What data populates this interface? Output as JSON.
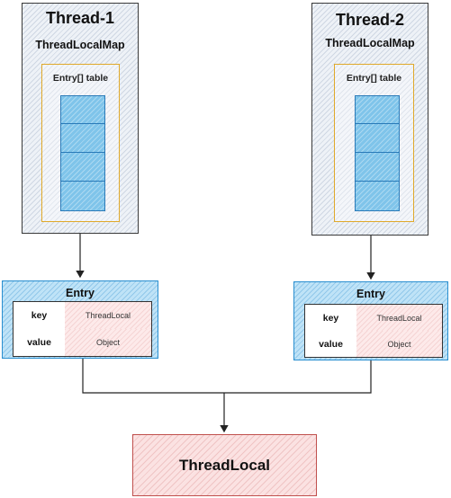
{
  "threads": [
    {
      "title": "Thread-1",
      "map_title": "ThreadLocalMap",
      "table_label": "Entry[] table",
      "entry": {
        "title": "Entry",
        "rows": [
          {
            "key": "key",
            "value": "ThreadLocal"
          },
          {
            "key": "value",
            "value": "Object"
          }
        ]
      }
    },
    {
      "title": "Thread-2",
      "map_title": "ThreadLocalMap",
      "table_label": "Entry[] table",
      "entry": {
        "title": "Entry",
        "rows": [
          {
            "key": "key",
            "value": "ThreadLocal"
          },
          {
            "key": "value",
            "value": "Object"
          }
        ]
      }
    }
  ],
  "threadlocal_label": "ThreadLocal",
  "colors": {
    "thread_border": "#3a3a3a",
    "table_border": "#e0a92a",
    "cell_fill": "#7fc4ea",
    "entry_fill": "#bfe3f7",
    "threadlocal_border": "#c0504d",
    "threadlocal_fill": "#fbe2e2"
  }
}
